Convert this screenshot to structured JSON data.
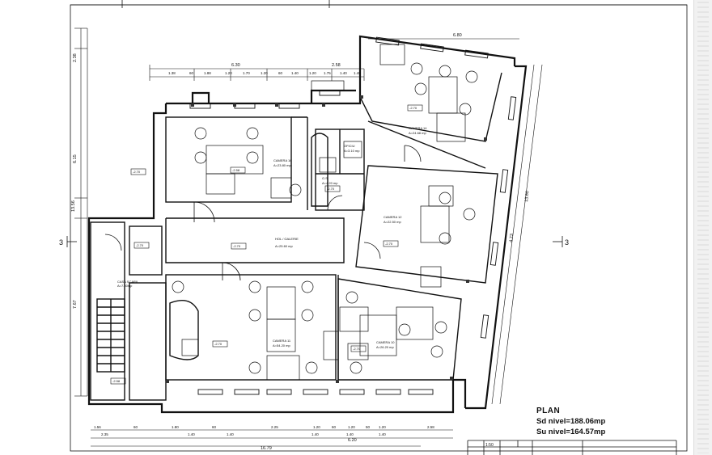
{
  "plan": {
    "title": "PLAN",
    "sd_nivel": "Sd nivel=188.06mp",
    "su_nivel": "Su nivel=164.57mp"
  },
  "section_markers": {
    "left": "3",
    "right": "3"
  },
  "dimensions": {
    "top_row": [
      "1.38",
      "60",
      "1.88",
      "1.20",
      "1.70",
      "1.20",
      "60",
      "1.40",
      "1.20",
      "1.75",
      "1.40",
      "1.40"
    ],
    "top_overall": "6.30",
    "top_overall_right": "2.58",
    "upper_right_width": "6.80",
    "bottom_row": [
      "1.56",
      "60",
      "1.80",
      "60",
      "2.25",
      "1.20",
      "60",
      "1.20",
      "50",
      "1.20",
      "2.58"
    ],
    "bottom_row2": [
      "2.35",
      "1.40",
      "1.40",
      "1.40",
      "1.40",
      "1.40"
    ],
    "bottom_overall": "16.79",
    "bottom_mid": "6.20",
    "left_overall": "13.56",
    "left_upper": "2.38",
    "left_mid": "6.15",
    "left_lower": "7.67",
    "right_overall": "13.60",
    "right_mid": "4.73"
  },
  "rooms": {
    "birou_top_left": {
      "name": "CAMERA 16",
      "area": "A=23.80 mp"
    },
    "birou_upper_right": {
      "name": "CAMERA 14",
      "area": "A=24.68 mp"
    },
    "birou_right": {
      "name": "CAMERA 12",
      "area": "A=22.50 mp"
    },
    "hol": {
      "name": "HOL / GALERIE",
      "area": "A=25.60 mp"
    },
    "birou_main": {
      "name": "CAMERA 11",
      "area": "A=54.20 mp"
    },
    "birou_lower_right": {
      "name": "CAMERA 10",
      "area": "A=26.20 mp"
    },
    "casa_scarii": {
      "name": "CASA SCARII",
      "area": "A=7.50mp"
    },
    "grup_sanitar": {
      "name": "G.S.",
      "area": "A=4.20 mp"
    },
    "oficiu": {
      "name": "OFICIU",
      "area": "A=3.10 mp"
    }
  },
  "level_marks": {
    "m1": "-2.58",
    "m2": "-2.70",
    "m3": "-2.70",
    "m4": "-2.70",
    "m5": "-2.70",
    "m6": "-2.70",
    "m7": "-2.70",
    "m8": "-2.70",
    "m9": "-2.58",
    "m10": "-2.70"
  },
  "scale_note": "1:50"
}
